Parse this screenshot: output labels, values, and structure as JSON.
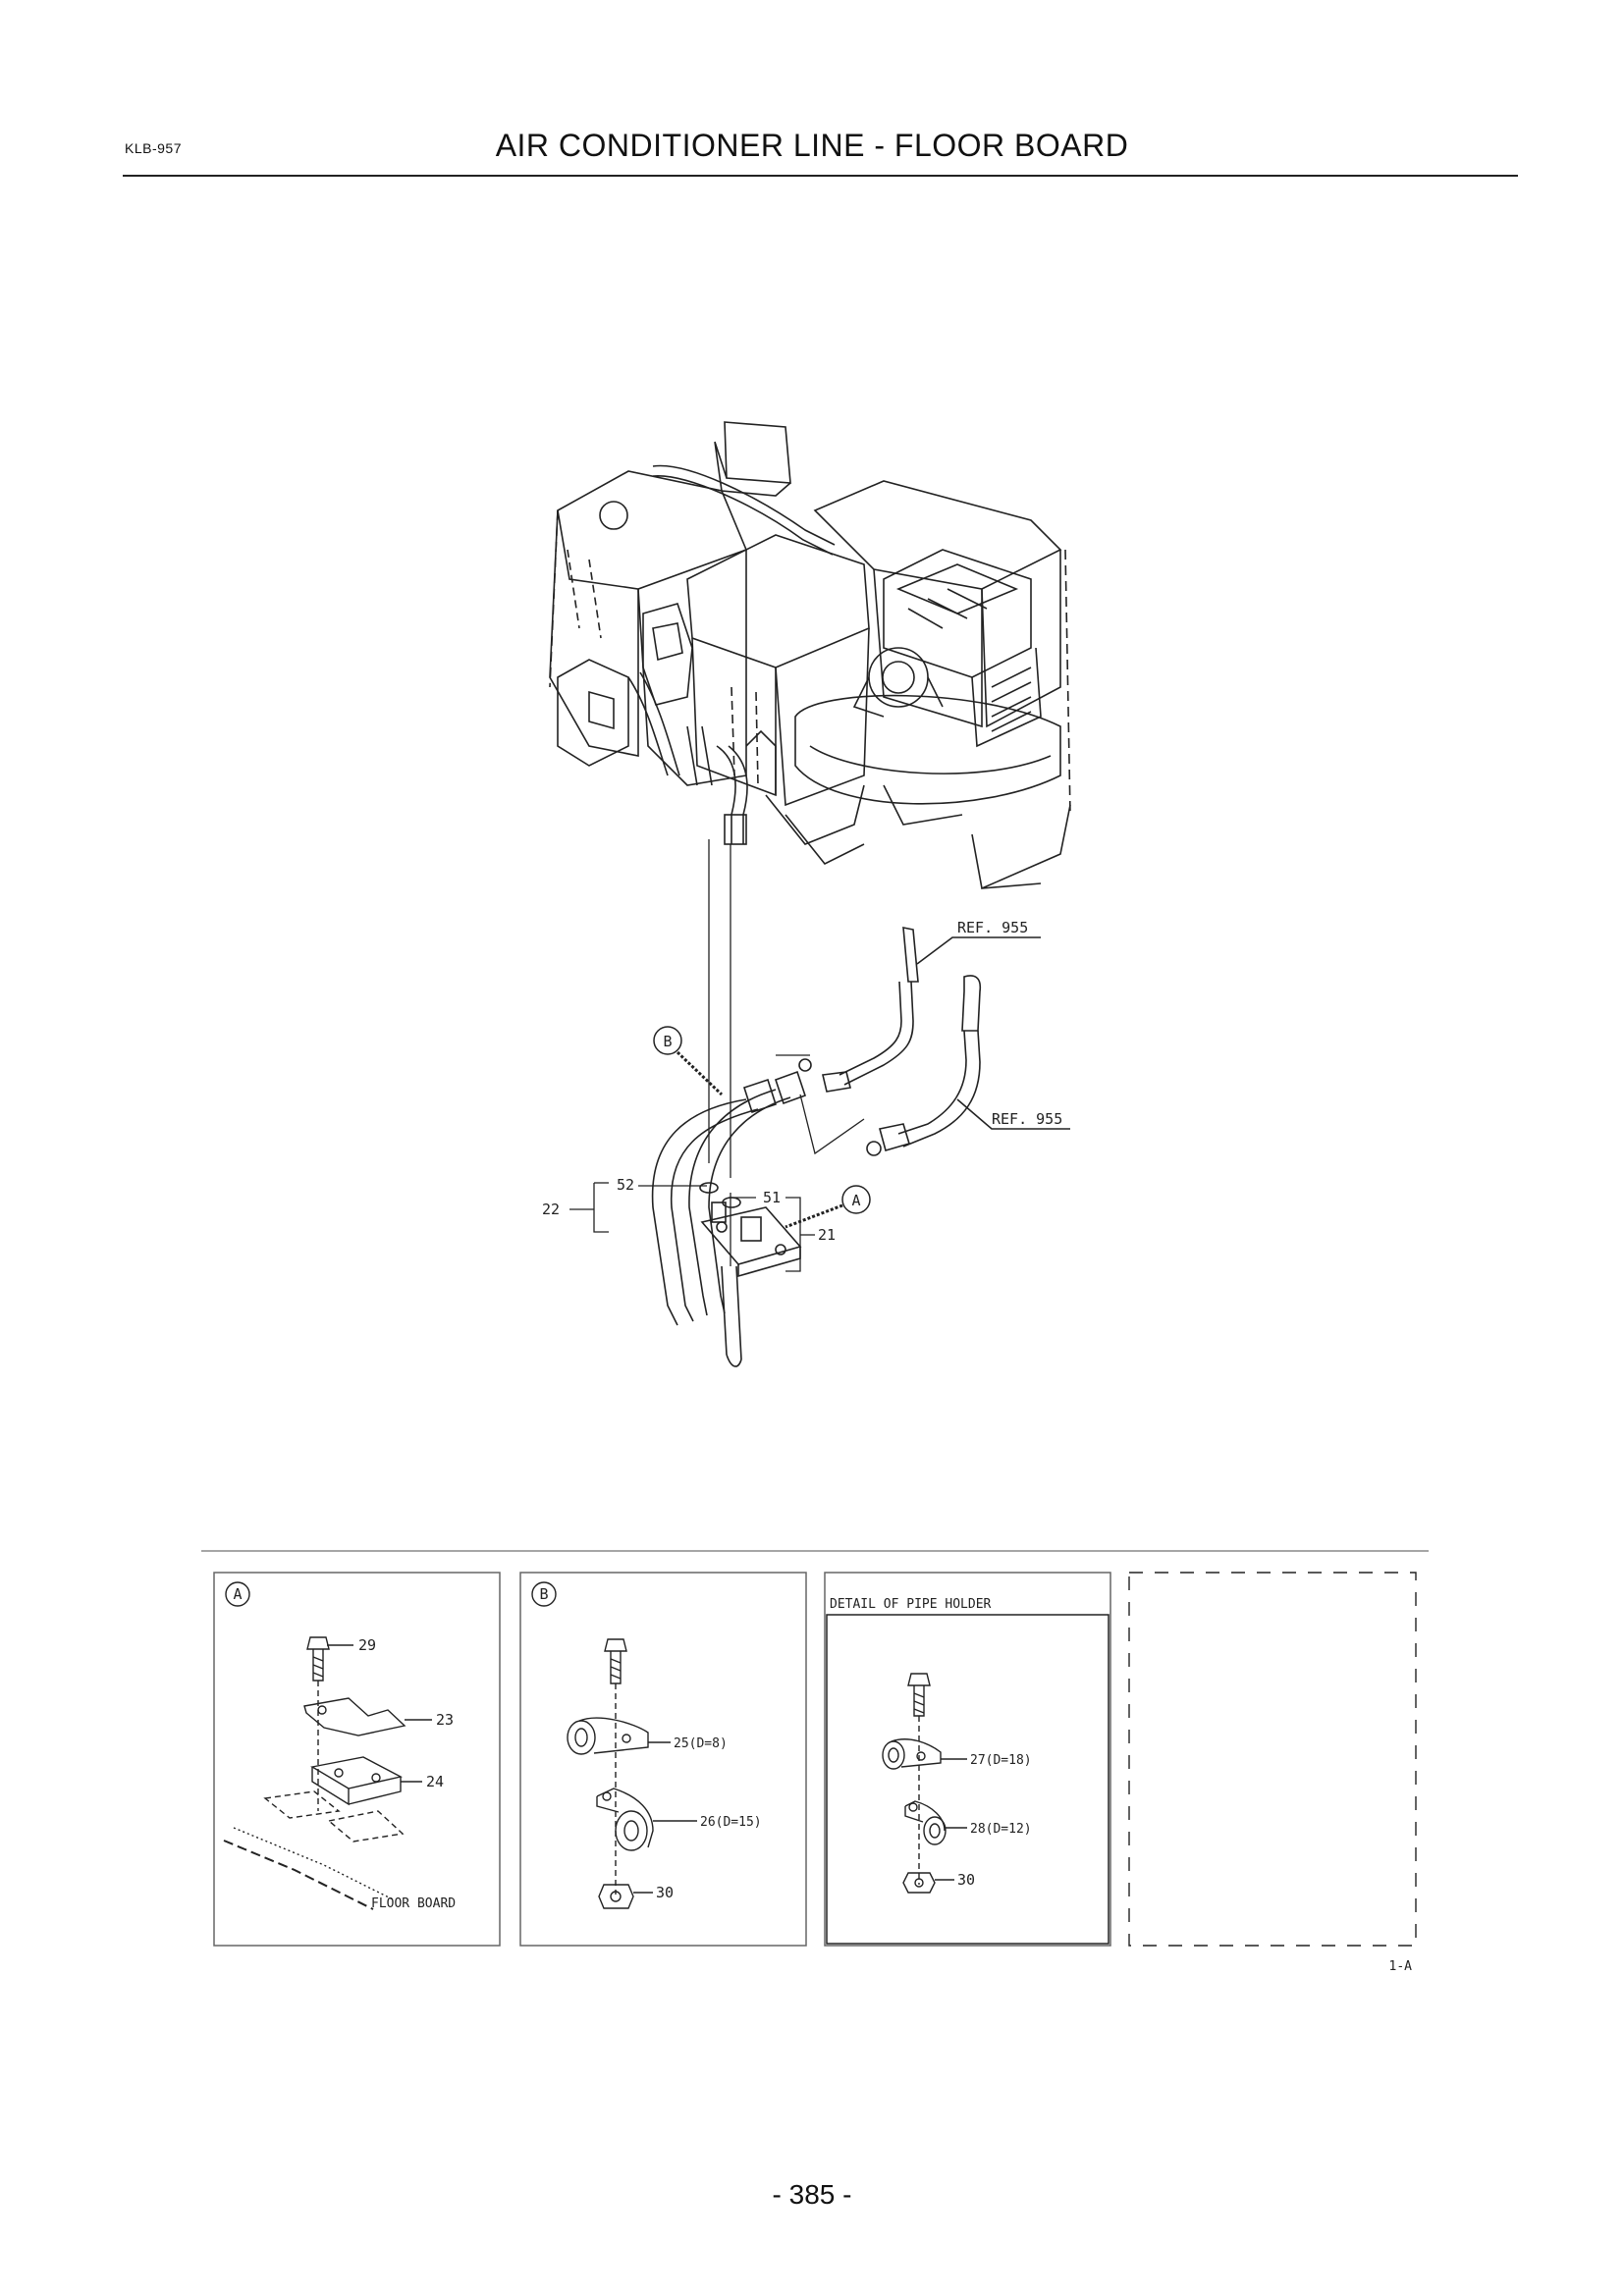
{
  "header": {
    "doc_code": "KLB-957",
    "title": "AIR CONDITIONER LINE - FLOOR BOARD"
  },
  "main_diagram": {
    "callouts": {
      "ref_upper": "REF. 955",
      "ref_lower": "REF. 955",
      "marker_b": "B",
      "marker_a": "A",
      "p22": "22",
      "p52": "52",
      "p51": "51",
      "p21": "21"
    }
  },
  "detail_panels": {
    "panel_a": {
      "marker": "A",
      "p29": "29",
      "p23": "23",
      "p24": "24",
      "floor_board": "FLOOR BOARD"
    },
    "panel_b": {
      "marker": "B",
      "p25": "25(D=8)",
      "p26": "26(D=15)",
      "p30": "30"
    },
    "panel_pipe_holder": {
      "title": "DETAIL OF PIPE HOLDER",
      "p27": "27(D=18)",
      "p28": "28(D=12)",
      "p30": "30"
    },
    "figure_id": "1-A"
  },
  "footer": {
    "page_number": "- 385 -"
  }
}
